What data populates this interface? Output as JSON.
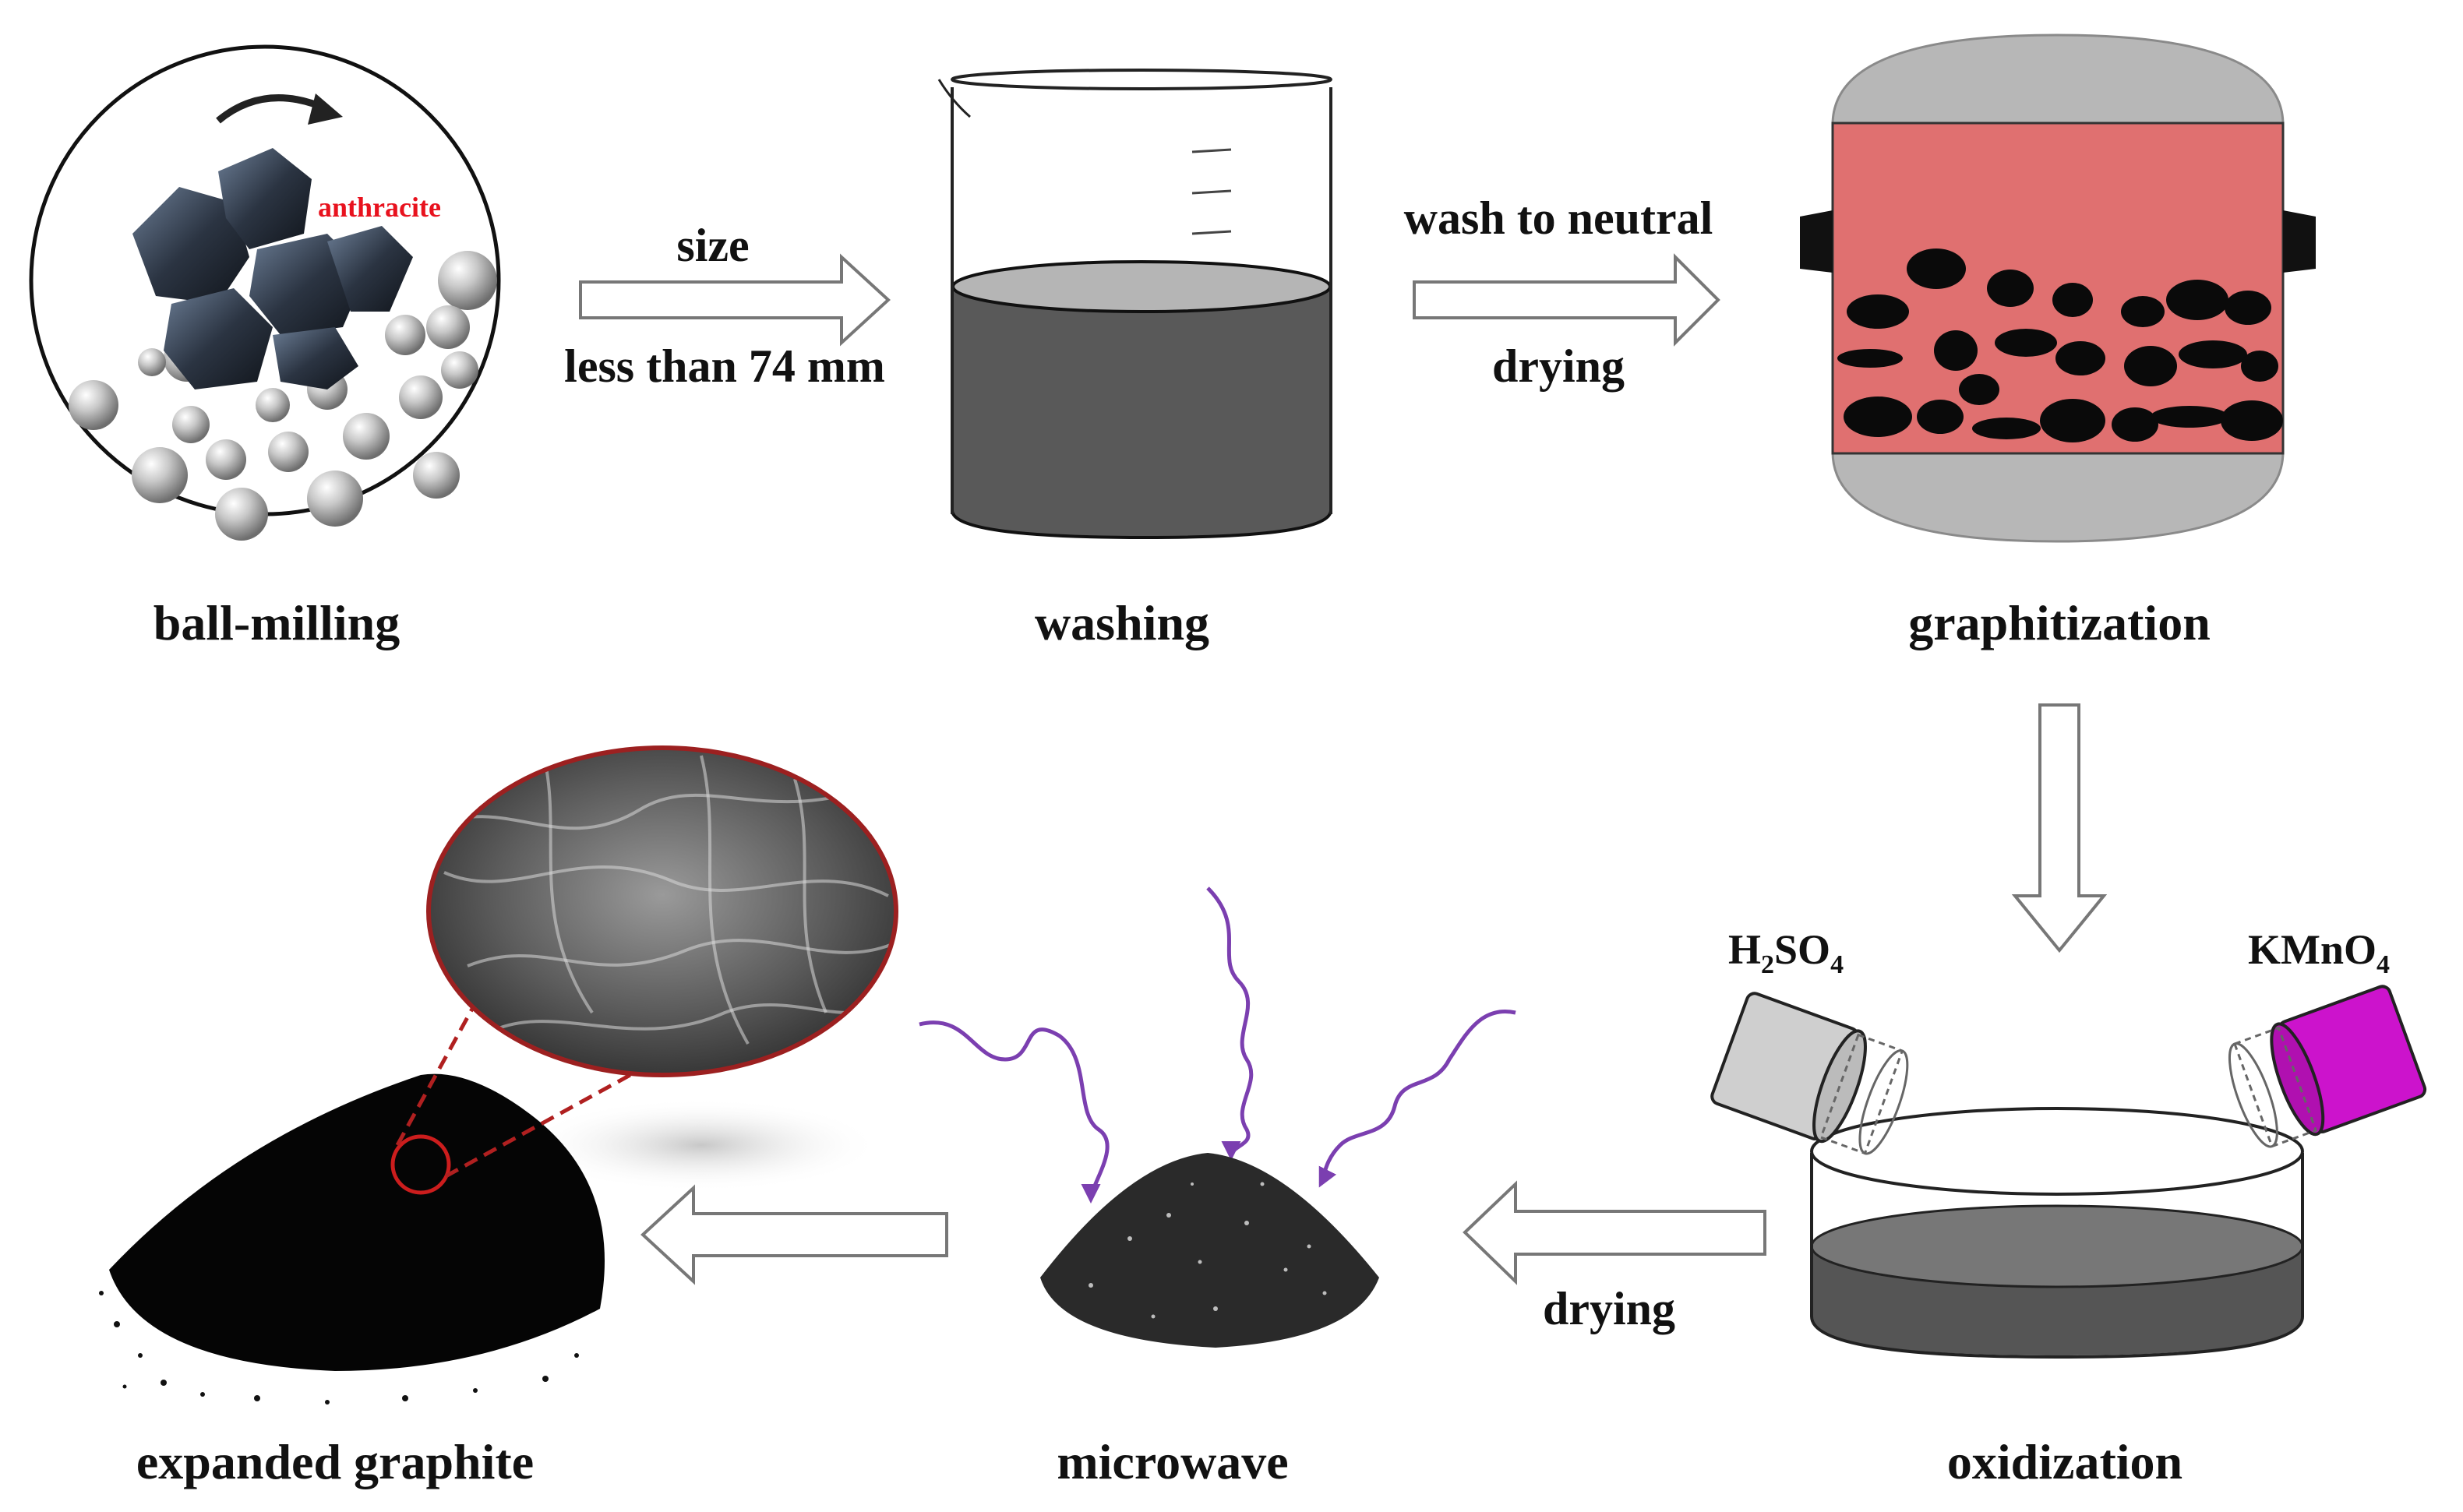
{
  "stages": {
    "ball_milling": "ball-milling",
    "washing": "washing",
    "graphitization": "graphitization",
    "oxidization": "oxidization",
    "microwave": "microwave",
    "expanded_graphite": "expanded graphite"
  },
  "arrow_labels": {
    "a1_top": "size",
    "a1_bottom": "less than 74 mm",
    "a2_top": "wash to neutral",
    "a2_bottom": "drying",
    "a4_bottom": "drying"
  },
  "annotations": {
    "anthracite": "anthracite"
  },
  "reagents": {
    "acid": {
      "p1": "H",
      "s1": "2",
      "p2": "SO",
      "s2": "4"
    },
    "oxidant": {
      "p1": "KMnO",
      "s1": "4"
    }
  },
  "colors": {
    "furnace_body": "#e07070",
    "furnace_caps": "#b7b7b7",
    "liquid": "#555555",
    "microwave_waves": "#7b3fb0",
    "kmno4_cup": "#cc13cc",
    "magnifier_ring": "#b02020"
  },
  "icons": [
    "rotation-arrow-icon",
    "process-arrow-icon",
    "microwave-wave-icon"
  ]
}
